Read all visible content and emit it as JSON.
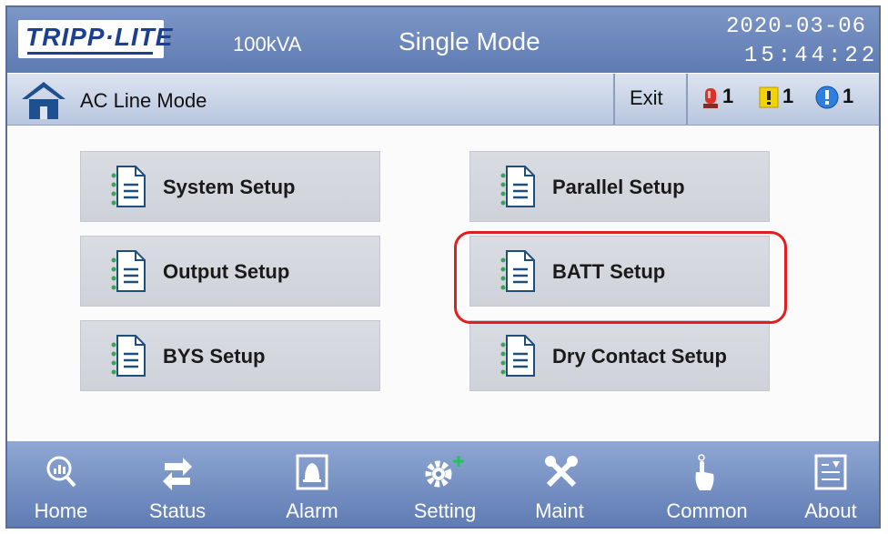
{
  "header": {
    "logo_text": "TRIPP·LITE",
    "capacity": "100kVA",
    "mode": "Single Mode",
    "date": "2020-03-06",
    "time": "15:44:22"
  },
  "status": {
    "line_mode": "AC Line Mode",
    "exit_label": "Exit",
    "alarms": [
      {
        "icon": "red-alarm-icon",
        "count": "1",
        "color": "#d9342b"
      },
      {
        "icon": "yellow-warning-icon",
        "count": "1",
        "color": "#f2d500"
      },
      {
        "icon": "blue-info-icon",
        "count": "1",
        "color": "#2f7fe0"
      }
    ]
  },
  "setup_buttons": {
    "system": "System Setup",
    "output": "Output Setup",
    "bys": "BYS Setup",
    "parallel": "Parallel Setup",
    "batt": "BATT Setup",
    "dry_contact": "Dry Contact Setup"
  },
  "nav": {
    "home": "Home",
    "status": "Status",
    "alarm": "Alarm",
    "setting": "Setting",
    "maint": "Maint",
    "common": "Common",
    "about": "About"
  },
  "colors": {
    "header_blue": "#5e7bb2",
    "highlight_red": "#e02020",
    "button_gray": "#d4d6dd"
  }
}
